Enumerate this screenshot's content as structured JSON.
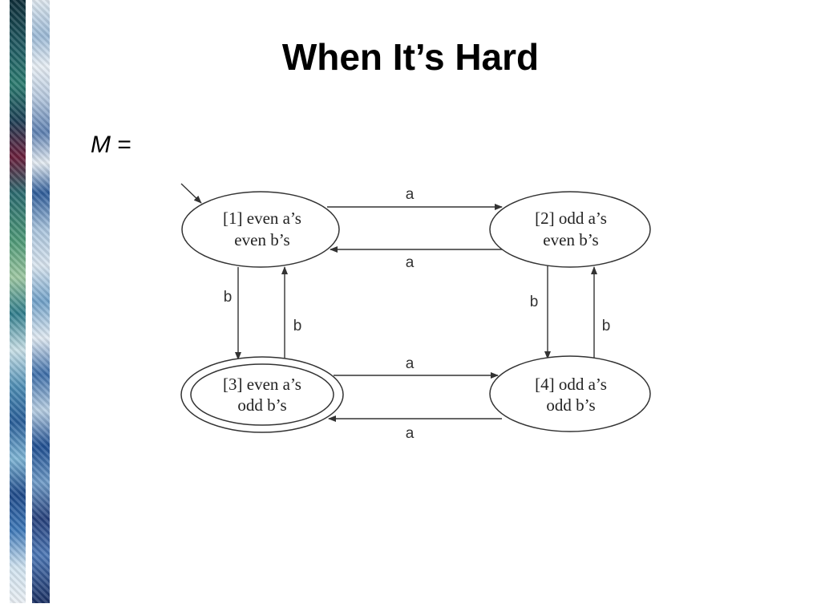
{
  "slide": {
    "title": "When It’s Hard",
    "m_var": "M",
    "m_eq": " ="
  },
  "diagram": {
    "states": {
      "s1": {
        "line1": "[1] even a’s",
        "line2": "even b’s",
        "start": true,
        "accepting": false
      },
      "s2": {
        "line1": "[2] odd a’s",
        "line2": "even b’s",
        "start": false,
        "accepting": false
      },
      "s3": {
        "line1": "[3] even a’s",
        "line2": "odd b’s",
        "start": false,
        "accepting": true
      },
      "s4": {
        "line1": "[4] odd a’s",
        "line2": "odd b’s",
        "start": false,
        "accepting": false
      }
    },
    "transitions": {
      "t12": {
        "from": "1",
        "to": "2",
        "label": "a"
      },
      "t21": {
        "from": "2",
        "to": "1",
        "label": "a"
      },
      "t13": {
        "from": "1",
        "to": "3",
        "label": "b"
      },
      "t31": {
        "from": "3",
        "to": "1",
        "label": "b"
      },
      "t24": {
        "from": "2",
        "to": "4",
        "label": "b"
      },
      "t42": {
        "from": "4",
        "to": "2",
        "label": "b"
      },
      "t34": {
        "from": "3",
        "to": "4",
        "label": "a"
      },
      "t43": {
        "from": "4",
        "to": "3",
        "label": "a"
      }
    }
  }
}
